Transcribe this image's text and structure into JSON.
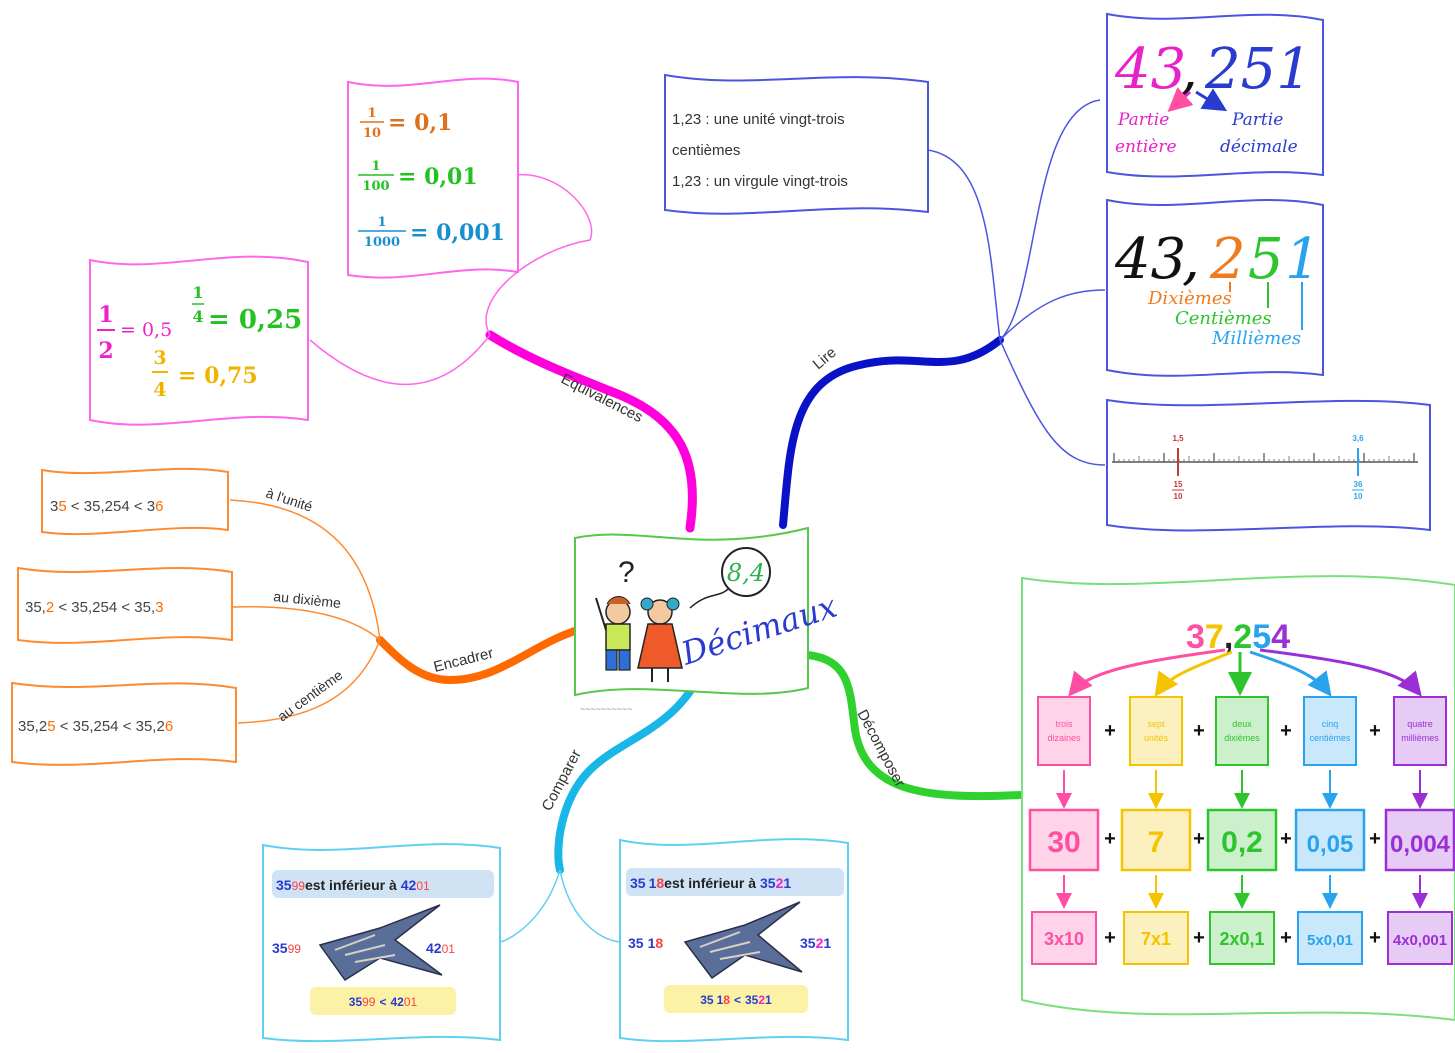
{
  "center": {
    "title": "Décimaux",
    "badge": "8,4"
  },
  "branches": {
    "equivalences": "Equivalences",
    "lire": "Lire",
    "encadrer": "Encadrer",
    "comparer": "Comparer",
    "decomposer": "Décomposer"
  },
  "colors": {
    "equivalences": "#ff00dd",
    "lire": "#0a12c8",
    "encadrer": "#ff6a00",
    "comparer": "#19b7e8",
    "decomposer": "#2fd12f"
  },
  "equivalences": {
    "tenths": {
      "num": "1",
      "den": "10",
      "value": "= 0,1"
    },
    "hundredths": {
      "num": "1",
      "den": "100",
      "value": "= 0,01"
    },
    "thousandths": {
      "num": "1",
      "den": "1000",
      "value": "= 0,001"
    },
    "half": {
      "num": "1",
      "den": "2",
      "value": "= 0,5"
    },
    "quarter": {
      "num": "1",
      "den": "4",
      "value": "= 0,25"
    },
    "three_quarters": {
      "num": "3",
      "den": "4",
      "value": "= 0,75"
    }
  },
  "lire": {
    "line1": "1,23 : une unité vingt-trois",
    "line2": "centièmes",
    "line3": "1,23 : un virgule vingt-trois",
    "parts": {
      "int": "43",
      "comma": ",",
      "dec": "251",
      "int_label_1": "Partie",
      "int_label_2": "entière",
      "dec_label_1": "Partie",
      "dec_label_2": "décimale"
    },
    "places": {
      "int": "43",
      "comma": ",",
      "d1": "2",
      "d2": "5",
      "d3": "1",
      "tenths": "Dixièmes",
      "hundredths": "Centièmes",
      "thousandths": "Millièmes"
    },
    "ruler": {
      "mark1_top": "1,5",
      "mark1_num": "15",
      "mark1_den": "10",
      "mark2_top": "3,6",
      "mark2_num": "36",
      "mark2_den": "10"
    }
  },
  "encadrer": {
    "labels": {
      "unit": "à l'unité",
      "tenth": "au dixième",
      "hundredth": "au centième"
    },
    "unit": {
      "a1": "3",
      "a2": "5",
      "mid": " < 35,254 < ",
      "b1": "3",
      "b2": "6"
    },
    "tenth": {
      "a1": "35,",
      "a2": "2",
      "mid": " < 35,254 < ",
      "b1": "35,",
      "b2": "3"
    },
    "hundredth": {
      "a1": "35,2",
      "a2": "5",
      "mid": " < 35,254 < ",
      "b1": "35,2",
      "b2": "6"
    }
  },
  "comparer": {
    "left": {
      "a_int": "35",
      "a_dec": "99",
      "phrase": "est inférieur à",
      "b_int": "42",
      "b_dec": "01",
      "lt": "<"
    },
    "right": {
      "a_int": "35",
      "a_dec1": "1",
      "a_dec2": "8",
      "phrase": "est inférieur à",
      "b_int": "35",
      "b_dec1": "2",
      "b_dec2": "1",
      "lt": "<"
    }
  },
  "decomposer": {
    "number": {
      "d1": "3",
      "d2": "7",
      "comma": ",",
      "d3": "2",
      "d4": "5",
      "d5": "4"
    },
    "plus": "+",
    "columns": [
      {
        "word": "trois dizaines",
        "value": "30",
        "product": "3x10",
        "color": "#ff4fa3"
      },
      {
        "word": "sept unités",
        "value": "7",
        "product": "7x1",
        "color": "#f5c400"
      },
      {
        "word": "deux dixièmes",
        "value": "0,2",
        "product": "2x0,1",
        "color": "#2ec42e"
      },
      {
        "word": "cinq centièmes",
        "value": "0,05",
        "product": "5x0,01",
        "color": "#2aa3ee"
      },
      {
        "word": "quatre millièmes",
        "value": "0,004",
        "product": "4x0,001",
        "color": "#9b2fd6"
      }
    ]
  }
}
